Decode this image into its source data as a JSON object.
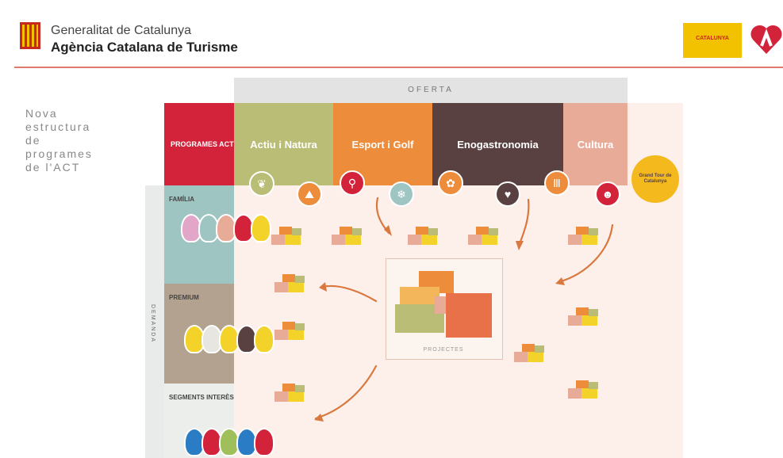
{
  "header": {
    "org_line1": "Generalitat de Catalunya",
    "org_line2": "Agència Catalana de Turisme",
    "brand_logo_text": "CATALUNYA"
  },
  "title": "Nova\nestructura\nde\nprogrames\nde l'ACT",
  "oferta": "OFERTA",
  "demanda": "DEMANDA",
  "programes": "PROGRAMES ACT",
  "columns": [
    "Actiu i Natura",
    "Esport i Golf",
    "Enogastronomia",
    "Cultura"
  ],
  "rows": [
    "FAMÍLIA",
    "PREMIUM",
    "SEGMENTS INTERÈS"
  ],
  "gold_badge": "Grand Tour de Catalunya",
  "projects_label": "PROJECTES",
  "colors": {
    "accent_red": "#d3233a",
    "actiu": "#b9bd76",
    "esport": "#ed8c3a",
    "eno": "#5a4141",
    "cultura": "#e8ab97",
    "arrow": "#d9783f"
  },
  "icons": [
    "leaf-icon",
    "climb-icon",
    "bike-icon",
    "snow-icon",
    "food-icon",
    "wine-icon",
    "column-icon",
    "theatre-icon"
  ]
}
